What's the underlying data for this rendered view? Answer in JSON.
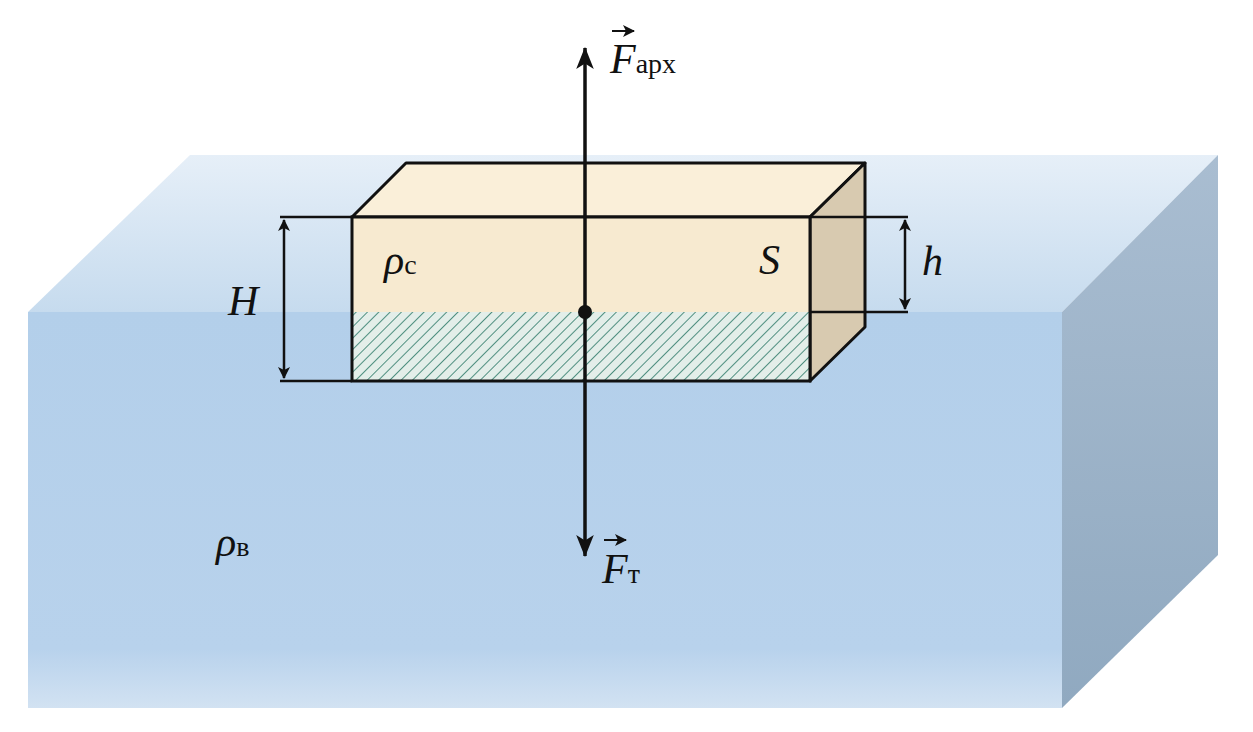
{
  "diagram": {
    "nodes": [
      {
        "text": [
          "ρс",
          "S"
        ]
      }
    ],
    "labels": [
      "Fарх",
      "Fт",
      "H",
      "h",
      "ρв"
    ]
  }
}
